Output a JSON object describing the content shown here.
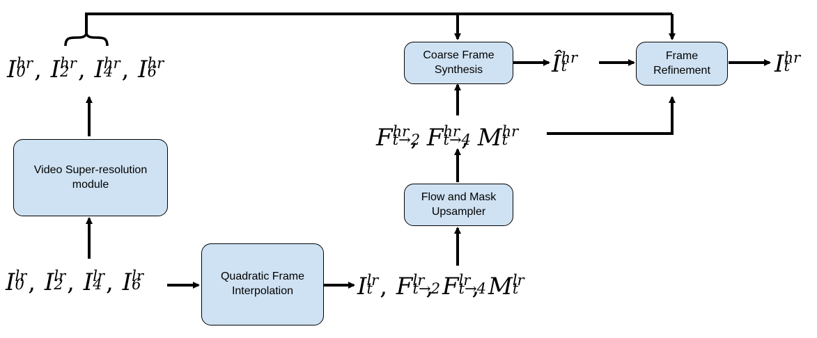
{
  "boxes": {
    "vsr": "Video Super-resolution\nmodule",
    "qfi": "Quadratic Frame\nInterpolation",
    "fmu": "Flow and Mask\nUpsampler",
    "cfs": "Coarse Frame\nSynthesis",
    "fr": "Frame\nRefinement"
  },
  "math": {
    "hr_frames": {
      "base": "I",
      "indices": [
        "0",
        "2",
        "4",
        "6"
      ],
      "sup": "hr"
    },
    "lr_frames": {
      "base": "I",
      "indices": [
        "0",
        "2",
        "4",
        "6"
      ],
      "sup": "lr"
    },
    "lr_out": {
      "I_sub": "t",
      "F1_sub": "t→2",
      "F2_sub": "t→4",
      "M_sub": "t",
      "sup": "lr"
    },
    "hr_flow": {
      "F1_sub": "t→2",
      "F2_sub": "t→4",
      "M_sub": "t",
      "sup": "hr"
    },
    "coarse": {
      "base": "Î",
      "sub": "t",
      "sup": "hr"
    },
    "final": {
      "base": "I",
      "sub": "t",
      "sup": "hr"
    }
  },
  "colors": {
    "box_fill": "#cfe2f3",
    "stroke": "#000000"
  }
}
